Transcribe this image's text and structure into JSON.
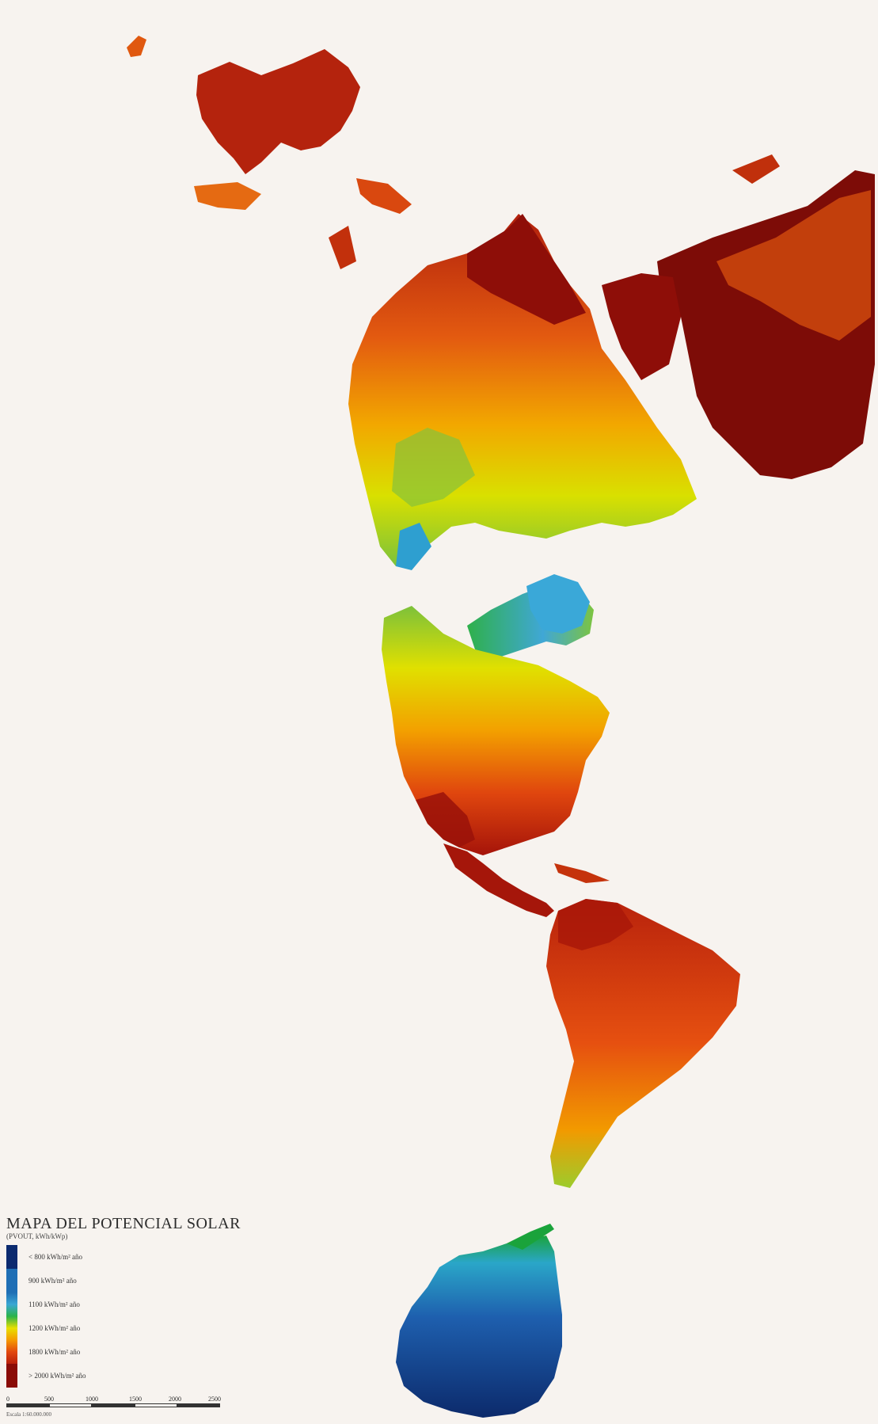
{
  "map": {
    "title": "MAPA DEL POTENCIAL SOLAR",
    "subtitle": "(PVOUT, kWh/kWp)",
    "background_color": "#f7f3ef",
    "color_ramp": [
      "#0b2a6f",
      "#1b63b0",
      "#3aa6d6",
      "#2bb34a",
      "#f2e000",
      "#f59a00",
      "#e0410f",
      "#9e0f08",
      "#7a0a06"
    ]
  },
  "legend": {
    "classes": [
      {
        "label": "< 800 kWh/m² año",
        "color": "#0b2a6f"
      },
      {
        "label": "900 kWh/m² año",
        "color": "#1f6fb5"
      },
      {
        "label": "1100 kWh/m² año",
        "color": "#3ba7d4"
      },
      {
        "label": "1200 kWh/m² año",
        "color": "#e8e000"
      },
      {
        "label": "1800 kWh/m² año",
        "color": "#e2480f"
      },
      {
        "label": "> 2000 kWh/m² año",
        "color": "#8a0c07"
      }
    ],
    "scale": {
      "ticks": [
        "0",
        "500",
        "1000",
        "1500",
        "2000",
        "2500"
      ],
      "note": "Escala 1:60.000.000"
    }
  }
}
